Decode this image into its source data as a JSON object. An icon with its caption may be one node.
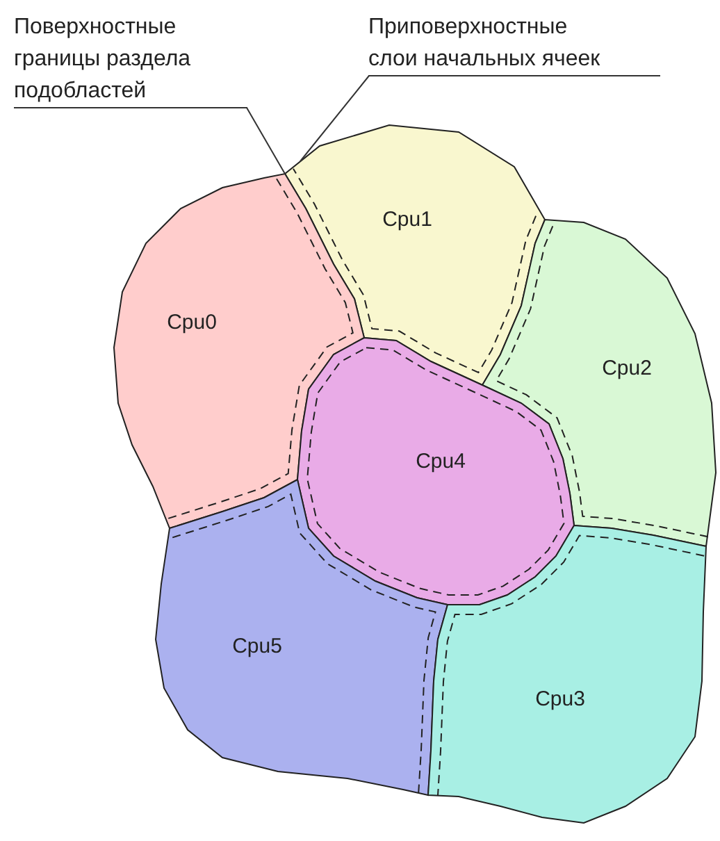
{
  "diagram": {
    "nodes": [
      {
        "text": [
          "Поверхностные границы раздела подобластей"
        ]
      },
      {
        "text": [
          "Приповерхностные слои начальных ячеек"
        ]
      },
      {
        "text": [
          "Cpu1"
        ]
      },
      {
        "text": [
          "Cpu0"
        ]
      },
      {
        "text": [
          "Cpu2"
        ]
      },
      {
        "text": [
          "Cpu4"
        ]
      },
      {
        "text": [
          "Cpu5"
        ]
      },
      {
        "text": [
          "Cpu3"
        ]
      }
    ],
    "edges": [
      {
        "from": 0,
        "to": 2,
        "arrow": "none"
      },
      {
        "from": 1,
        "to": 2,
        "arrow": "none"
      }
    ]
  }
}
